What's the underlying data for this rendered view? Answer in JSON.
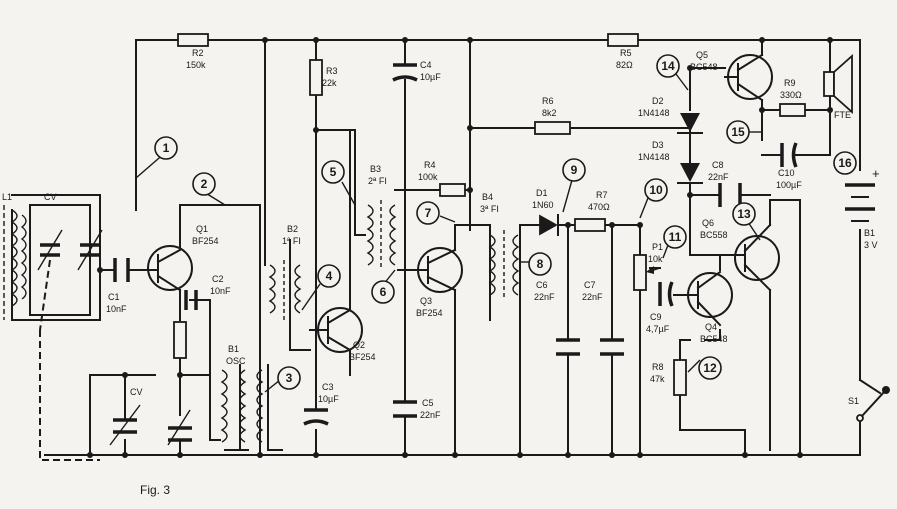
{
  "figure_caption": "Fig. 3",
  "components": {
    "L1": {
      "ref": "L1"
    },
    "CV_tune": {
      "ref": "CV"
    },
    "CV_osc": {
      "ref": "CV"
    },
    "C1": {
      "ref": "C1",
      "value": "10nF"
    },
    "C2": {
      "ref": "C2",
      "value": "10nF"
    },
    "C3": {
      "ref": "C3",
      "value": "10µF"
    },
    "C4": {
      "ref": "C4",
      "value": "10µF"
    },
    "C5": {
      "ref": "C5",
      "value": "22nF"
    },
    "C6": {
      "ref": "C6",
      "value": "22nF"
    },
    "C7": {
      "ref": "C7",
      "value": "22nF"
    },
    "C8": {
      "ref": "C8",
      "value": "22nF"
    },
    "C9": {
      "ref": "C9",
      "value": "4,7µF"
    },
    "C10": {
      "ref": "C10",
      "value": "100µF"
    },
    "R2": {
      "ref": "R2",
      "value": "150k"
    },
    "R3": {
      "ref": "R3",
      "value": "22k"
    },
    "R4": {
      "ref": "R4",
      "value": "100k"
    },
    "R5": {
      "ref": "R5",
      "value": "82Ω"
    },
    "R6": {
      "ref": "R6",
      "value": "8k2"
    },
    "R7": {
      "ref": "R7",
      "value": "470Ω"
    },
    "R8": {
      "ref": "R8",
      "value": "47k"
    },
    "R9": {
      "ref": "R9",
      "value": "330Ω"
    },
    "P1": {
      "ref": "P1",
      "value": "10k"
    },
    "Q1": {
      "ref": "Q1",
      "value": "BF254"
    },
    "Q2": {
      "ref": "Q2",
      "value": "BF254"
    },
    "Q3": {
      "ref": "Q3",
      "value": "BF254"
    },
    "Q4": {
      "ref": "Q4",
      "value": "BC548"
    },
    "Q5": {
      "ref": "Q5",
      "value": "BC548"
    },
    "Q6": {
      "ref": "Q6",
      "value": "BC558"
    },
    "D1": {
      "ref": "D1",
      "value": "1N60"
    },
    "D2": {
      "ref": "D2",
      "value": "1N4148"
    },
    "D3": {
      "ref": "D3",
      "value": "1N4148"
    },
    "B1": {
      "ref": "B1",
      "value": "OSC"
    },
    "B2": {
      "ref": "B2",
      "value": "1ª FI"
    },
    "B3": {
      "ref": "B3",
      "value": "2ª FI"
    },
    "B4": {
      "ref": "B4",
      "value": "3ª FI"
    },
    "B1_battery": {
      "ref": "B1",
      "value": "3 V"
    },
    "S1": {
      "ref": "S1"
    },
    "FTE": {
      "ref": "FTE"
    }
  },
  "callouts": [
    "1",
    "2",
    "3",
    "4",
    "5",
    "6",
    "7",
    "8",
    "9",
    "10",
    "11",
    "12",
    "13",
    "14",
    "15",
    "16"
  ],
  "battery_plus": "+"
}
